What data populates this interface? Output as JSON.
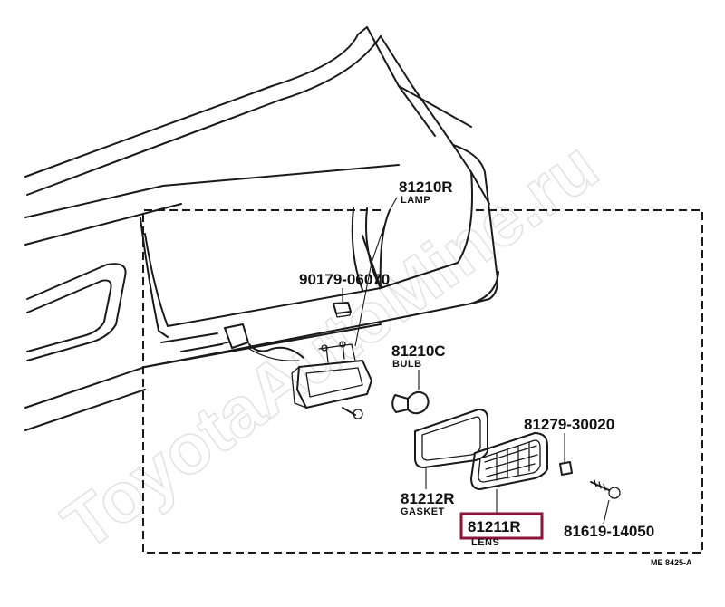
{
  "watermark": "ToyotaAutoMine.ru",
  "parts": [
    {
      "id": "lamp",
      "number": "81210R",
      "name": "LAMP"
    },
    {
      "id": "nut",
      "number": "90179-06070",
      "name": ""
    },
    {
      "id": "bulb",
      "number": "81210C",
      "name": "BULB"
    },
    {
      "id": "gasket",
      "number": "81212R",
      "name": "GASKET"
    },
    {
      "id": "lens",
      "number": "81211R",
      "name": "LENS"
    },
    {
      "id": "screw1",
      "number": "81279-30020",
      "name": ""
    },
    {
      "id": "screw2",
      "number": "81619-14050",
      "name": ""
    }
  ],
  "highlighted_part": "81211R",
  "diagram_ref": "ME  8425-A",
  "colors": {
    "highlight": "#8a1538",
    "line": "#1a1a1a",
    "watermark": "#e3e3e3"
  }
}
